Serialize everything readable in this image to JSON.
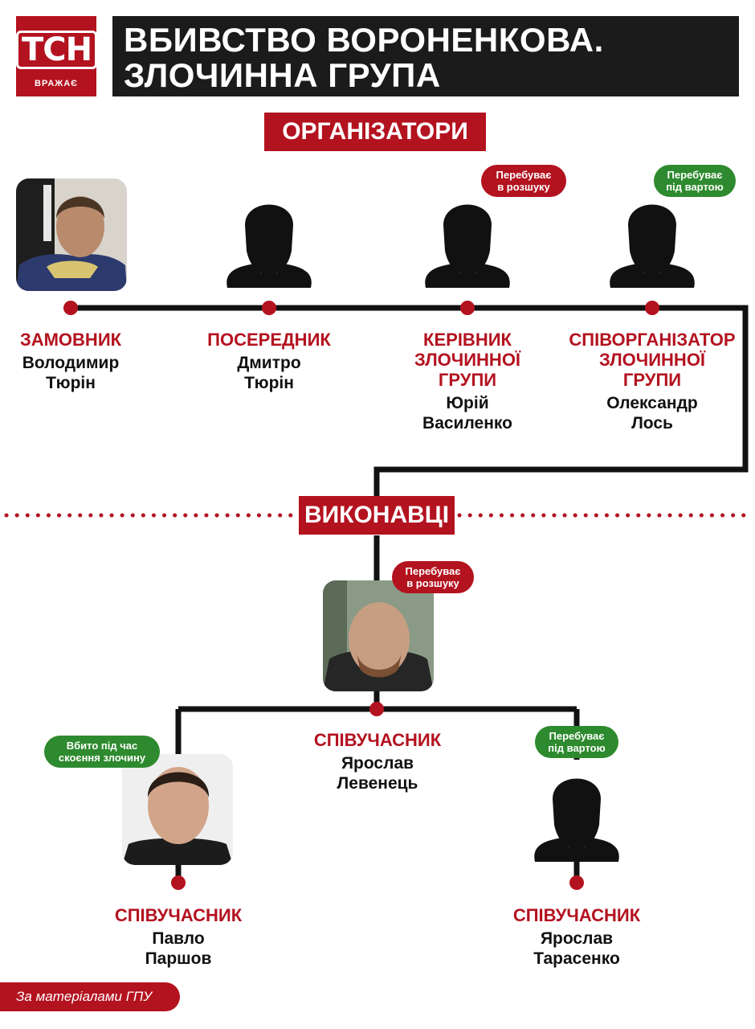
{
  "logo": {
    "brand": "ТСН",
    "tagline": "ВРАЖАЄ"
  },
  "title": {
    "line1": "ВБИВСТВО ВОРОНЕНКОВА.",
    "line2": "ЗЛОЧИННА ГРУПА"
  },
  "sections": {
    "organizers": "ОРГАНІЗАТОРИ",
    "executors": "ВИКОНАВЦІ"
  },
  "organizers": [
    {
      "role": "ЗАМОВНИК",
      "name_line1": "Володимир",
      "name_line2": "Тюрін"
    },
    {
      "role": "ПОСЕРЕДНИК",
      "name_line1": "Дмитро",
      "name_line2": "Тюрін"
    },
    {
      "role_line1": "КЕРІВНИК",
      "role_line2": "ЗЛОЧИННОЇ",
      "role_line3": "ГРУПИ",
      "name_line1": "Юрій",
      "name_line2": "Василенко",
      "badge_line1": "Перебуває",
      "badge_line2": "в розшуку"
    },
    {
      "role_line1": "СПІВОРГАНІЗАТОР",
      "role_line2": "ЗЛОЧИННОЇ",
      "role_line3": "ГРУПИ",
      "name_line1": "Олександр",
      "name_line2": "Лось",
      "badge_line1": "Перебуває",
      "badge_line2": "під вартою"
    }
  ],
  "executors": {
    "main": {
      "role": "СПІВУЧАСНИК",
      "name_line1": "Ярослав",
      "name_line2": "Левенець",
      "badge_line1": "Перебуває",
      "badge_line2": "в розшуку"
    },
    "left": {
      "role": "СПІВУЧАСНИК",
      "name_line1": "Павло",
      "name_line2": "Паршов",
      "badge_line1": "Вбито під час",
      "badge_line2": "скоєння злочину"
    },
    "right": {
      "role": "СПІВУЧАСНИК",
      "name_line1": "Ярослав",
      "name_line2": "Тарасенко",
      "badge_line1": "Перебуває",
      "badge_line2": "під вартою"
    }
  },
  "source": "За матеріалами ГПУ",
  "colors": {
    "accent": "#b3121f",
    "dark": "#1b1b1b",
    "custody": "#2e8a2e"
  }
}
